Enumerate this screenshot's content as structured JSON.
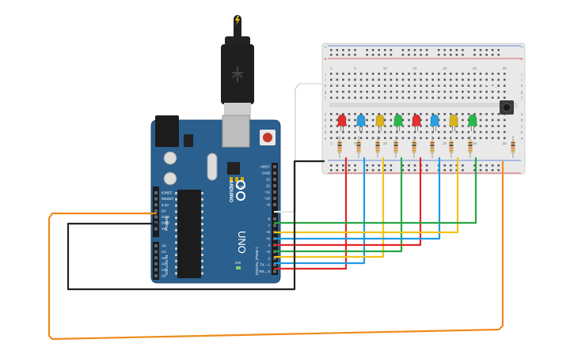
{
  "canvas": {
    "background": "#ffffff"
  },
  "board": {
    "name": "UNO",
    "brand": "ARDUINO",
    "body_color": "#2a5f8e",
    "header_pin_labels": [
      "AREF",
      "GND",
      "13",
      "12",
      "~11",
      "~10",
      "~9",
      "8",
      "7",
      "~6",
      "~5",
      "4",
      "~3",
      "2",
      "TX→1",
      "RX←0"
    ],
    "digital_label": "DIGITAL (PWM~)",
    "power_pin_labels": [
      "IOREF",
      "RESET",
      "3.3V",
      "5V",
      "GND",
      "GND",
      "Vin"
    ],
    "power_label": "POWER",
    "analog_pin_labels": [
      "A0",
      "A1",
      "A2",
      "A3",
      "A4",
      "A5"
    ],
    "analog_label": "ANALOG IN",
    "led_labels": [
      "L",
      "TX",
      "RX"
    ],
    "on_label": "ON"
  },
  "usb_cable": {
    "color": "#222222",
    "connector_color": "#cfcfcf"
  },
  "breadboard": {
    "body_color": "#e9e9e9",
    "column_numbers": [
      "1",
      "5",
      "10",
      "15",
      "20",
      "25",
      "30"
    ],
    "row_letters_top": [
      "j",
      "i",
      "h",
      "g",
      "f"
    ],
    "row_letters_bottom": [
      "e",
      "d",
      "c",
      "b",
      "a"
    ],
    "rail_plus": "+",
    "rail_minus": "−"
  },
  "leds": [
    {
      "color": "red",
      "hex": "#e03030"
    },
    {
      "color": "blue",
      "hex": "#2a9ee0"
    },
    {
      "color": "yellow",
      "hex": "#d9b21f"
    },
    {
      "color": "green",
      "hex": "#29b84a"
    },
    {
      "color": "red",
      "hex": "#e03030"
    },
    {
      "color": "blue",
      "hex": "#2a9ee0"
    },
    {
      "color": "yellow",
      "hex": "#d9b21f"
    },
    {
      "color": "green",
      "hex": "#29b84a"
    }
  ],
  "pushbutton": {
    "color": "#3a3a3a"
  },
  "wire_colors": {
    "red": "#e22626",
    "blue": "#1f9be0",
    "yellow": "#f0c419",
    "green": "#28a745",
    "orange": "#f08a1c",
    "black": "#222222",
    "white": "#ffffff"
  }
}
